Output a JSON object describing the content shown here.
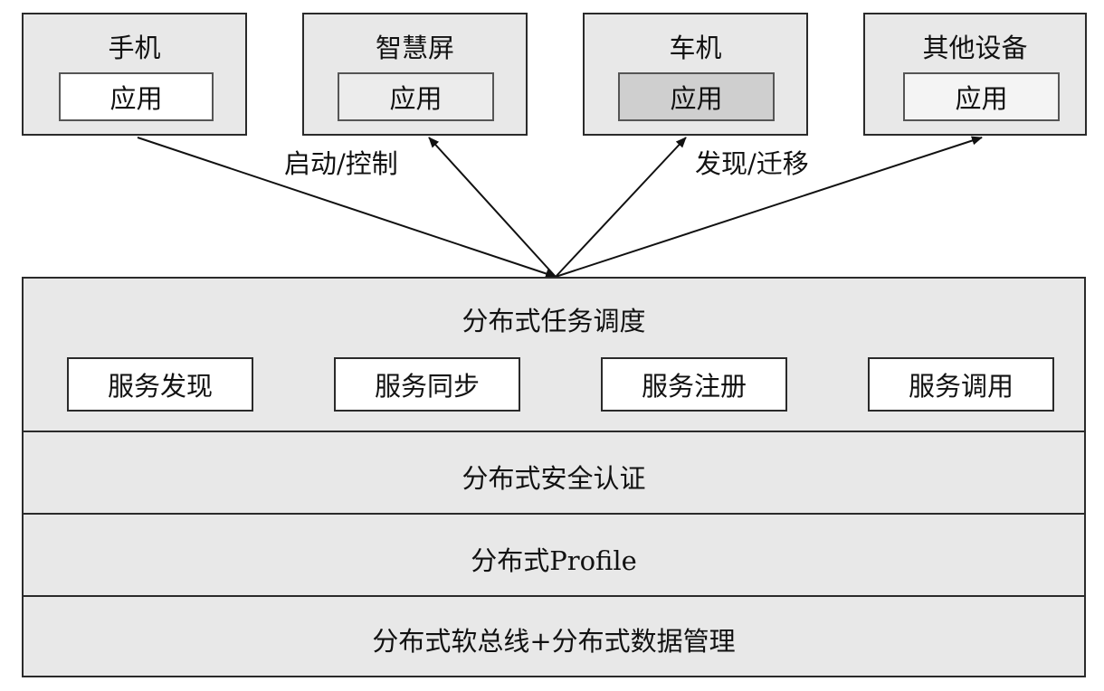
{
  "devices": [
    {
      "name": "手机",
      "app": "应用",
      "app_fill": "#ffffff"
    },
    {
      "name": "智慧屏",
      "app": "应用",
      "app_fill": "#ececec"
    },
    {
      "name": "车机",
      "app": "应用",
      "app_fill": "#cfcfcf"
    },
    {
      "name": "其他设备",
      "app": "应用",
      "app_fill": "#f4f4f4"
    }
  ],
  "edge_labels": {
    "left": "启动/控制",
    "right": "发现/迁移"
  },
  "scheduler": {
    "title": "分布式任务调度",
    "services": [
      "服务发现",
      "服务同步",
      "服务注册",
      "服务调用"
    ]
  },
  "layers": {
    "security": "分布式安全认证",
    "profile": "分布式Profile",
    "data": "分布式软总线+分布式数据管理"
  },
  "colors": {
    "box_fill": "#e8e8e8",
    "border": "#2a2a2a"
  }
}
